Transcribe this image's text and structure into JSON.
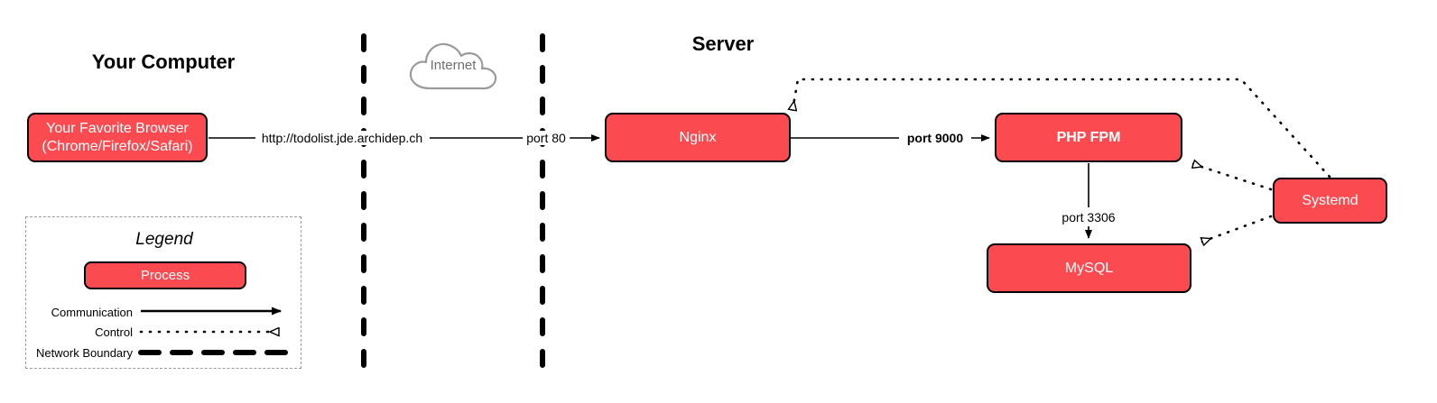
{
  "zones": [
    {
      "id": "your-computer",
      "title": "Your Computer"
    },
    {
      "id": "server",
      "title": "Server"
    }
  ],
  "cloud": {
    "label": "Internet"
  },
  "nodes": [
    {
      "id": "browser",
      "label_line1": "Your Favorite Browser",
      "label_line2": "(Chrome/Firefox/Safari)",
      "bold": false
    },
    {
      "id": "nginx",
      "label": "Nginx",
      "bold": false
    },
    {
      "id": "php-fpm",
      "label": "PHP FPM",
      "bold": true
    },
    {
      "id": "mysql",
      "label": "MySQL",
      "bold": false
    },
    {
      "id": "systemd",
      "label": "Systemd",
      "bold": false
    }
  ],
  "edge_labels": {
    "url": "http://todolist.jde.archidep.ch",
    "port80": "port 80",
    "port9000": "port 9000",
    "port3306": "port 3306"
  },
  "legend": {
    "title": "Legend",
    "process_label": "Process",
    "rows": [
      {
        "id": "communication",
        "label": "Communication"
      },
      {
        "id": "control",
        "label": "Control"
      },
      {
        "id": "network-boundary",
        "label": "Network Boundary"
      }
    ]
  },
  "colors": {
    "process_fill": "#fb4b51",
    "process_stroke": "#000000",
    "process_text": "#ffffff",
    "cloud_stroke": "#9a9a9a",
    "cloud_text": "#6f6f6f",
    "edge": "#000000",
    "legend_border": "#9a9a9a"
  }
}
